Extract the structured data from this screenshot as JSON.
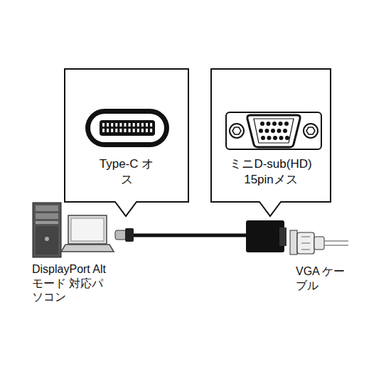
{
  "diagram": {
    "nodes": [
      {
        "text": [
          "Type-C オス"
        ]
      },
      {
        "text": [
          "ミニD-sub(HD) 15pinメス"
        ]
      }
    ],
    "labels": [
      "DisplayPort Altモード 対応パソコン",
      "VGA ケーブル"
    ]
  }
}
